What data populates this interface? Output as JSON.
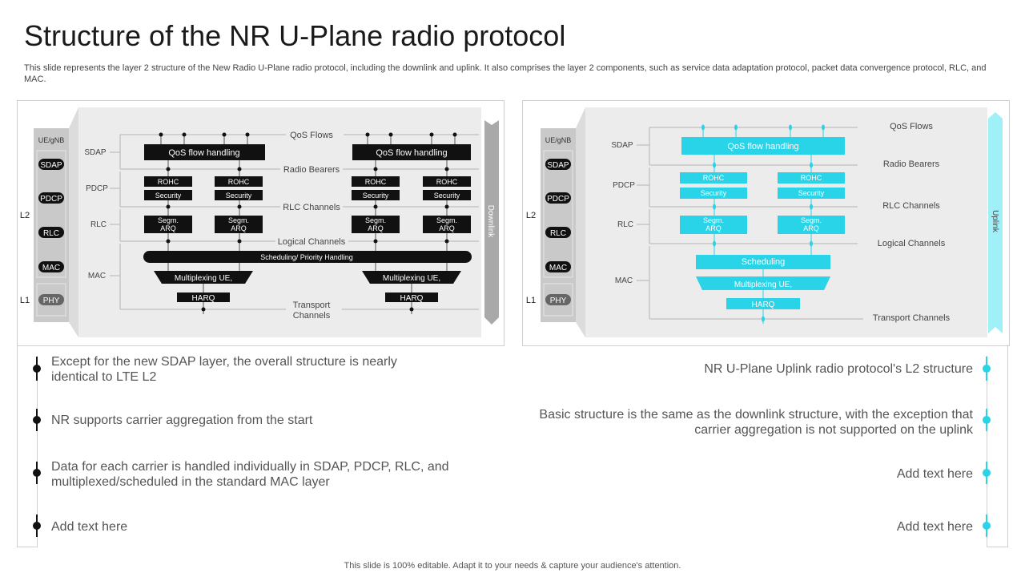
{
  "slide": {
    "title": "Structure of the NR U-Plane radio protocol",
    "subtitle": "This slide represents the layer 2 structure of the New Radio U-Plane radio protocol, including the downlink and uplink. It also comprises the layer 2 components, such as service data adaptation protocol, packet data convergence protocol, RLC, and MAC.",
    "footer": "This slide is 100% editable. Adapt it to your needs & capture your audience's attention."
  },
  "colors": {
    "dark": "#111111",
    "accent": "#29d3e8",
    "panel_bg": "#ececec",
    "stack_bg": "#c9c9c9"
  },
  "stack": {
    "header": "UE/gNB",
    "l2": "L2",
    "l1": "L1",
    "layers": [
      "SDAP",
      "PDCP",
      "RLC",
      "MAC"
    ],
    "phy": "PHY"
  },
  "downlink": {
    "arrow_label": "Downlink",
    "row_labels": {
      "sdap": "SDAP",
      "pdcp": "PDCP",
      "rlc": "RLC",
      "mac": "MAC"
    },
    "channels": {
      "qos_flows": "QoS Flows",
      "radio_bearers": "Radio Bearers",
      "rlc_channels": "RLC Channels",
      "logical_channels": "Logical Channels",
      "transport_line1": "Transport",
      "transport_line2": "Channels"
    },
    "boxes": {
      "qos": "QoS flow handling",
      "rohc": "ROHC",
      "security": "Security",
      "segm1": "Segm.",
      "segm2": "ARQ",
      "scheduling": "Scheduling/ Priority Handling",
      "mux": "Multiplexing UE,",
      "harq": "HARQ"
    }
  },
  "uplink": {
    "arrow_label": "Uplink",
    "row_labels": {
      "sdap": "SDAP",
      "pdcp": "PDCP",
      "rlc": "RLC",
      "mac": "MAC"
    },
    "channels": {
      "qos_flows": "QoS Flows",
      "radio_bearers": "Radio Bearers",
      "rlc_channels": "RLC Channels",
      "logical_channels": "Logical Channels",
      "transport": "Transport Channels"
    },
    "boxes": {
      "qos": "QoS flow handling",
      "rohc": "ROHC",
      "security": "Security",
      "segm1": "Segm.",
      "segm2": "ARQ",
      "scheduling": "Scheduling",
      "mux": "Multiplexing UE,",
      "harq": "HARQ"
    }
  },
  "left_bullets": [
    {
      "line1": "Except for the new SDAP layer, the overall structure  is nearly",
      "line2": "identical to LTE L2"
    },
    {
      "line1": "NR supports carrier aggregation from the start",
      "line2": ""
    },
    {
      "line1": "Data for each carrier is handled individually in SDAP, PDCP, RLC, and",
      "line2": "multiplexed/scheduled  in the standard MAC layer"
    },
    {
      "line1": "Add text here",
      "line2": ""
    }
  ],
  "right_bullets": [
    {
      "line1": "NR U-Plane Uplink radio protocol's L2 structure",
      "line2": ""
    },
    {
      "line1": "Basic structure  is the same as the downlink structure,  with the exception that",
      "line2": "carrier aggregation is not supported on the uplink"
    },
    {
      "line1": "Add text here",
      "line2": ""
    },
    {
      "line1": "Add text here",
      "line2": ""
    }
  ]
}
